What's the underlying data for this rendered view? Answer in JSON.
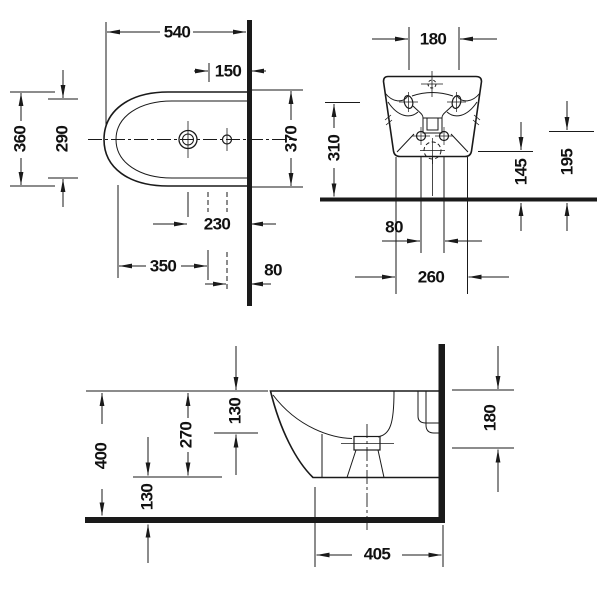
{
  "dims": {
    "plan": {
      "d540": "540",
      "d150": "150",
      "d360": "360",
      "d290": "290",
      "d370": "370",
      "d230": "230",
      "d350": "350",
      "d80": "80"
    },
    "front": {
      "d180": "180",
      "d310": "310",
      "d145": "145",
      "d195": "195",
      "d80": "80",
      "d260": "260"
    },
    "side": {
      "d130_top": "130",
      "d270": "270",
      "d400": "400",
      "d130_bottom": "130",
      "d180": "180",
      "d405": "405"
    }
  },
  "colors": {
    "line": "#1a1a1a",
    "text": "#111111",
    "background": "#ffffff"
  }
}
